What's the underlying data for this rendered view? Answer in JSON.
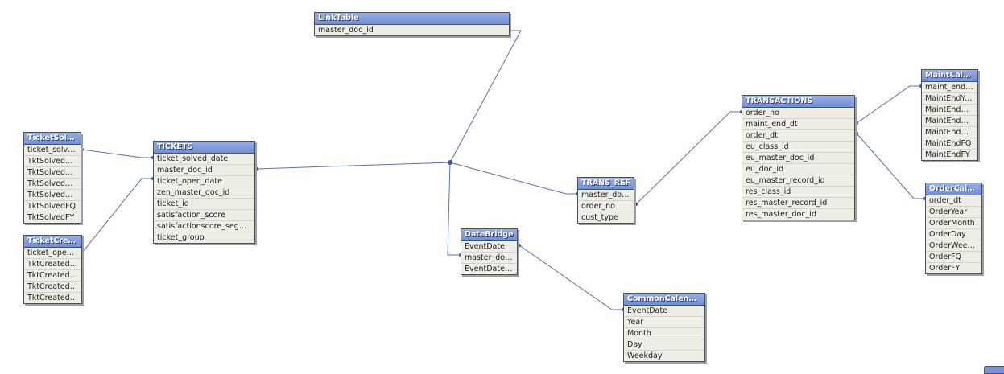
{
  "tables": [
    {
      "id": "LinkTable",
      "title": "LinkTable",
      "fields": [
        "master_doc_id"
      ]
    },
    {
      "id": "TicketSolved",
      "title": "TicketSolv…",
      "fields": [
        "ticket_solve…",
        "TktSolvedY…",
        "TktSolvedM…",
        "TktSolvedDay",
        "TktSolvedW…",
        "TktSolvedFQ",
        "TktSolvedFY"
      ]
    },
    {
      "id": "TicketCreated",
      "title": "TicketCrea…",
      "fields": [
        "ticket_open…",
        "TktCreated…",
        "TktCreated…",
        "TktCreated…",
        "TktCreated…"
      ]
    },
    {
      "id": "TICKETS",
      "title": "TICKETS",
      "fields": [
        "ticket_solved_date",
        "master_doc_id",
        "ticket_open_date",
        "zen_master_doc_id",
        "ticket_id",
        "satisfaction_score",
        "satisfactionscore_segment",
        "ticket_group"
      ]
    },
    {
      "id": "DateBridge",
      "title": "DateBridge",
      "fields": [
        "EventDate",
        "master_doc…",
        "EventDateT…"
      ]
    },
    {
      "id": "TRANS_REF",
      "title": "TRANS_REF",
      "fields": [
        "master_doc…",
        "order_no",
        "cust_type"
      ]
    },
    {
      "id": "CommonCalendar",
      "title": "CommonCalendar",
      "fields": [
        "EventDate",
        "Year",
        "Month",
        "Day",
        "Weekday"
      ]
    },
    {
      "id": "TRANSACTIONS",
      "title": "TRANSACTIONS",
      "fields": [
        "order_no",
        "maint_end_dt",
        "order_dt",
        "eu_class_id",
        "eu_master_doc_id",
        "eu_doc_id",
        "eu_master_record_id",
        "res_class_id",
        "res_master_record_id",
        "res_master_doc_id"
      ]
    },
    {
      "id": "MaintCalendar",
      "title": "MaintCalen…",
      "fields": [
        "maint_end_dt",
        "MaintEndYear",
        "MaintEndM…",
        "MaintEndDay",
        "MaintEndW…",
        "MaintEndFQ",
        "MaintEndFY"
      ]
    },
    {
      "id": "OrderCalendar",
      "title": "OrderCalen…",
      "fields": [
        "order_dt",
        "OrderYear",
        "OrderMonth",
        "OrderDay",
        "OrderWeek…",
        "OrderFQ",
        "OrderFY"
      ]
    }
  ],
  "links": [
    {
      "from": "hub",
      "to": "LinkTable",
      "field": 0
    },
    {
      "from": "hub",
      "to": "TICKETS",
      "field": 1
    },
    {
      "from": "hub",
      "to": "TRANS_REF",
      "field": 0
    },
    {
      "from": "hub",
      "to": "DateBridge",
      "field": 1
    },
    {
      "from": "TicketSolved",
      "to": "TICKETS",
      "field": 0
    },
    {
      "from": "TicketCreated",
      "to": "TICKETS",
      "field": 2
    },
    {
      "from": "DateBridge",
      "to": "CommonCalendar",
      "field": 0
    },
    {
      "from": "TRANS_REF",
      "to": "TRANSACTIONS",
      "field": 0
    },
    {
      "from": "TRANSACTIONS",
      "to": "MaintCalendar",
      "field": 1
    },
    {
      "from": "TRANSACTIONS",
      "to": "OrderCalendar",
      "field": 2
    }
  ]
}
